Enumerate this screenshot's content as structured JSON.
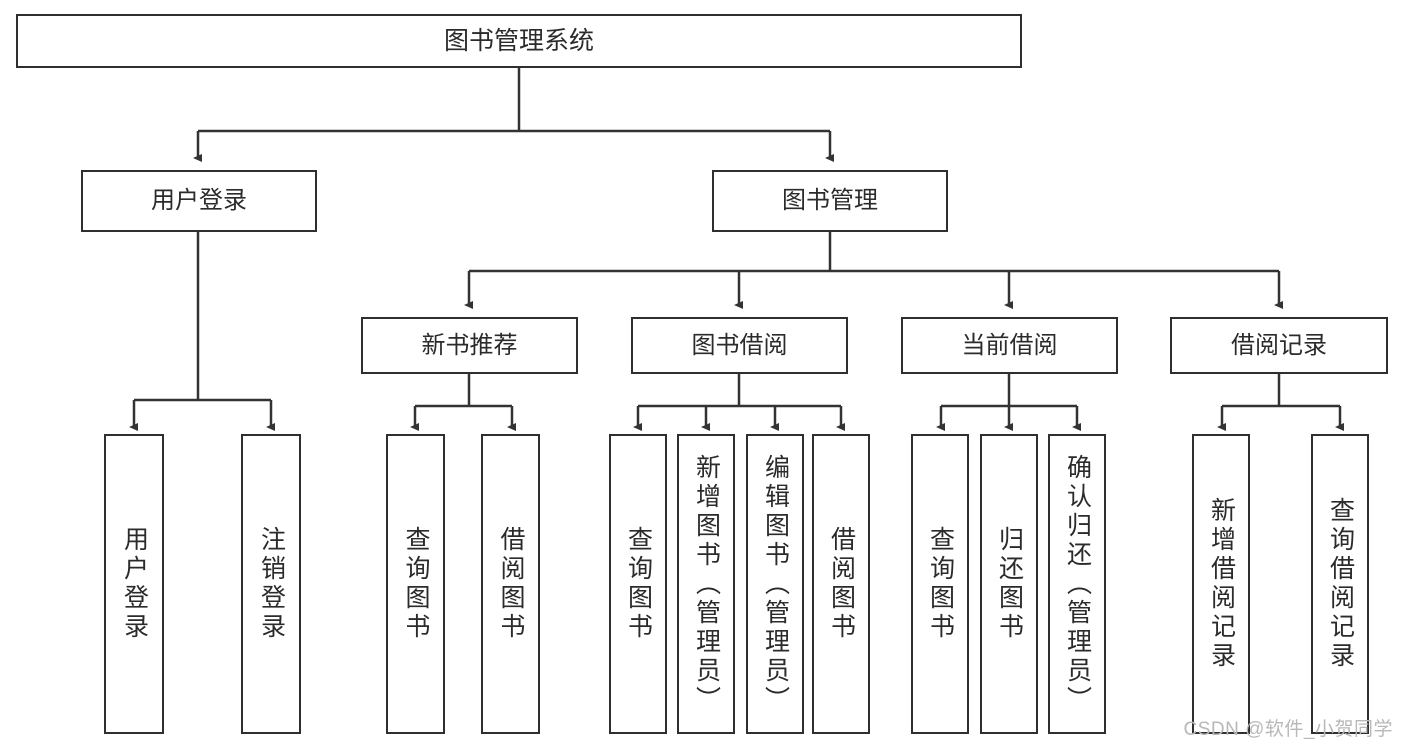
{
  "diagram": {
    "title": "图书管理系统",
    "type": "hierarchy-tree",
    "watermark": "CSDN @软件_小贺同学",
    "colors": {
      "box_border": "#2f2f2f",
      "box_fill": "#ffffff",
      "edge": "#333333",
      "text": "#2b2b2b",
      "watermark": "#b8b8b8"
    },
    "nodes": {
      "root": {
        "label": "图书管理系统"
      },
      "level2": [
        {
          "label": "用户登录"
        },
        {
          "label": "图书管理"
        }
      ],
      "level3": [
        {
          "label": "新书推荐"
        },
        {
          "label": "图书借阅"
        },
        {
          "label": "当前借阅"
        },
        {
          "label": "借阅记录"
        }
      ],
      "leaves": {
        "user_login": [
          {
            "label": "用户登录"
          },
          {
            "label": "注销登录"
          }
        ],
        "new_book_rec": [
          {
            "label": "查询图书"
          },
          {
            "label": "借阅图书"
          }
        ],
        "book_borrow": [
          {
            "label": "查询图书"
          },
          {
            "label": "新增图书（管理员）"
          },
          {
            "label": "编辑图书（管理员）"
          },
          {
            "label": "借阅图书"
          }
        ],
        "current_borrow": [
          {
            "label": "查询图书"
          },
          {
            "label": "归还图书"
          },
          {
            "label": "确认归还（管理员）"
          }
        ],
        "borrow_record": [
          {
            "label": "新增借阅记录"
          },
          {
            "label": "查询借阅记录"
          }
        ]
      }
    }
  }
}
